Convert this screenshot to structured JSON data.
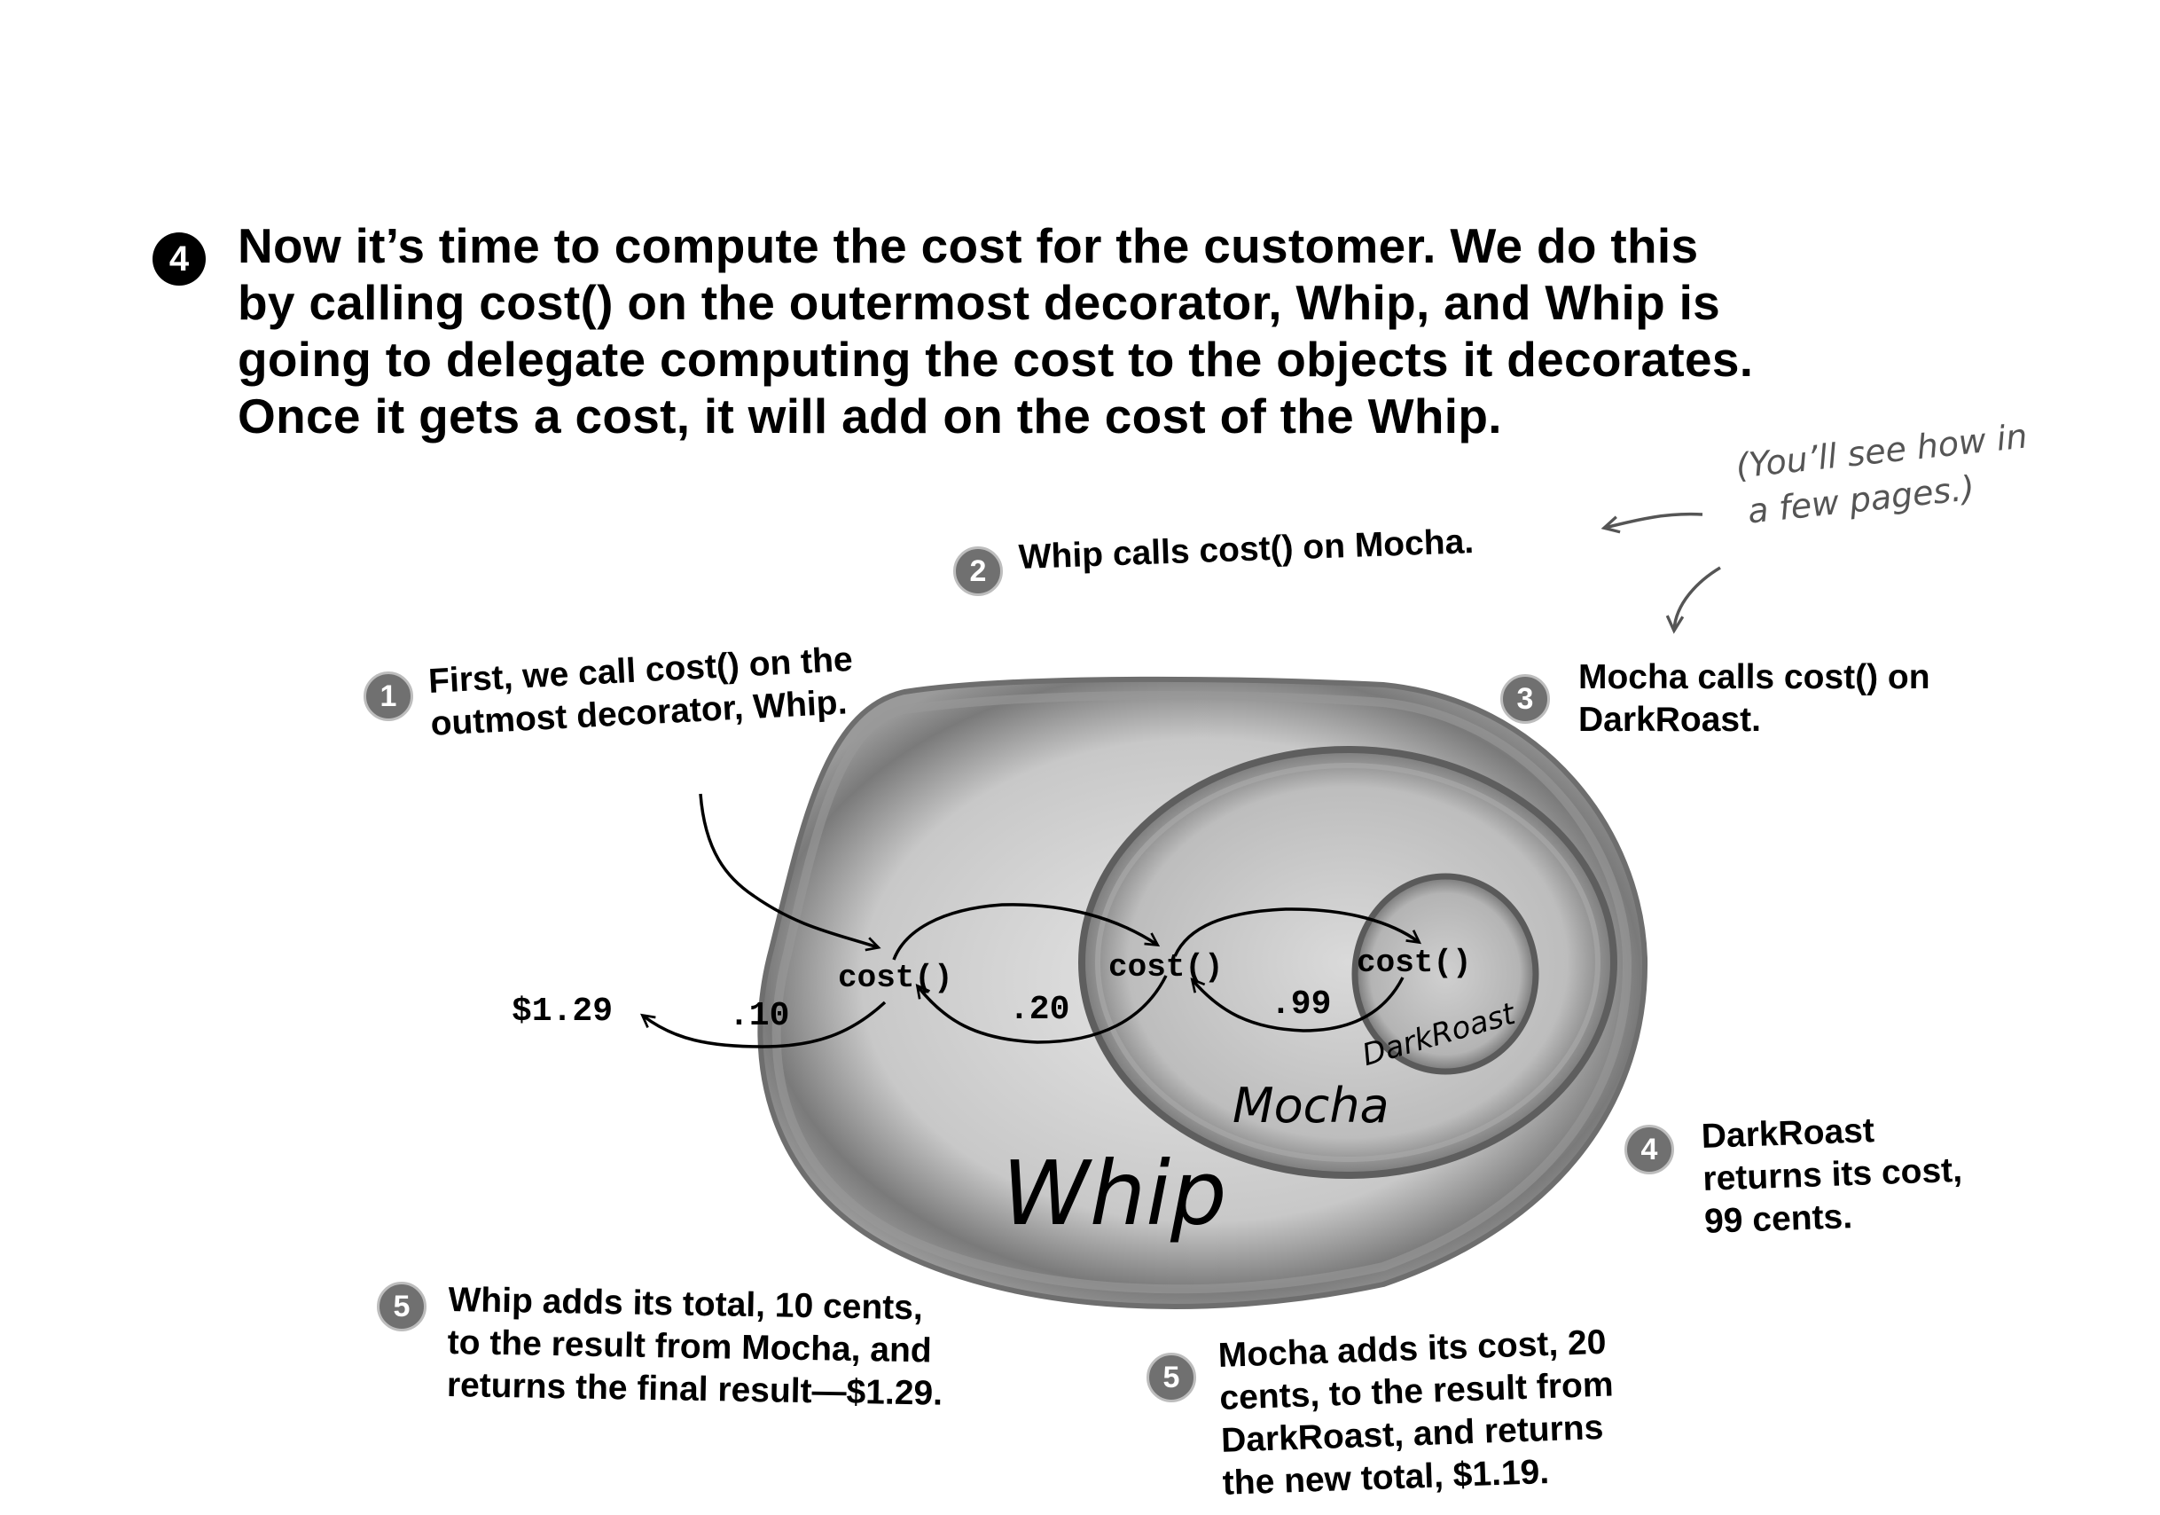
{
  "heading": {
    "number": "4",
    "lines": [
      "Now it’s time to compute the cost for the customer.  We do this",
      "by calling cost() on the outermost decorator, Whip, and Whip is",
      "going to delegate computing the cost to the objects it decorates.",
      "Once it gets a cost, it will add on the cost of the Whip."
    ]
  },
  "note": {
    "lines": [
      "(You’ll see how in",
      "a few pages.)"
    ]
  },
  "steps": [
    {
      "number": "1",
      "lines": [
        "First, we call cost() on the",
        "outmost decorator, Whip."
      ]
    },
    {
      "number": "2",
      "lines": [
        "Whip calls cost() on Mocha."
      ]
    },
    {
      "number": "3",
      "lines": [
        "Mocha calls cost() on",
        "DarkRoast."
      ]
    },
    {
      "number": "4",
      "lines": [
        "DarkRoast",
        "returns its cost,",
        "99 cents."
      ]
    },
    {
      "number": "5",
      "lines": [
        "Whip adds its total, 10 cents,",
        "to the result from Mocha, and",
        "returns the final result—$1.29."
      ]
    },
    {
      "number": "5",
      "lines": [
        "Mocha adds its cost, 20",
        "cents, to the result from",
        "DarkRoast, and returns",
        "the new total, $1.19."
      ]
    }
  ],
  "diagram": {
    "outer_label": "Whip",
    "middle_label": "Mocha",
    "inner_label": "DarkRoast",
    "whip_call": "cost()",
    "mocha_call": "cost()",
    "darkroast_call": "cost()",
    "final_result": "$1.29",
    "whip_value": ".10",
    "mocha_value": ".20",
    "darkroast_value": ".99"
  }
}
